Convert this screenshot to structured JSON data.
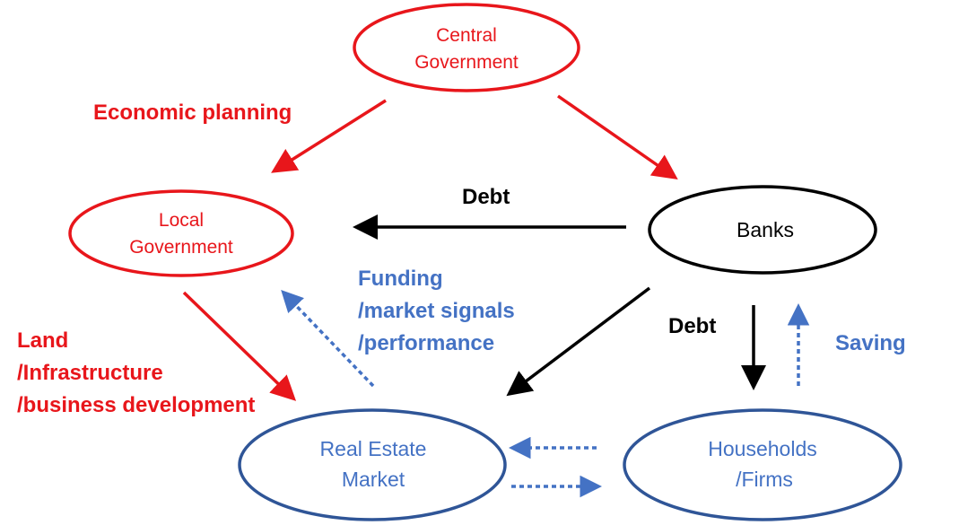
{
  "colors": {
    "red": "#e8161b",
    "black": "#000000",
    "blue": "#4472c4",
    "blue_dark": "#2f5597"
  },
  "nodes": {
    "central_government": {
      "line1": "Central",
      "line2": "Government"
    },
    "local_government": {
      "line1": "Local",
      "line2": "Government"
    },
    "banks": {
      "label": "Banks"
    },
    "real_estate_market": {
      "line1": "Real Estate",
      "line2": "Market"
    },
    "households_firms": {
      "line1": "Households",
      "line2": "/Firms"
    }
  },
  "edge_labels": {
    "economic_planning": "Economic planning",
    "debt_top": "Debt",
    "debt_right": "Debt",
    "saving": "Saving",
    "funding": [
      "Funding",
      "/market signals",
      "/performance"
    ],
    "land": [
      "Land",
      "/Infrastructure",
      "/business development"
    ]
  }
}
